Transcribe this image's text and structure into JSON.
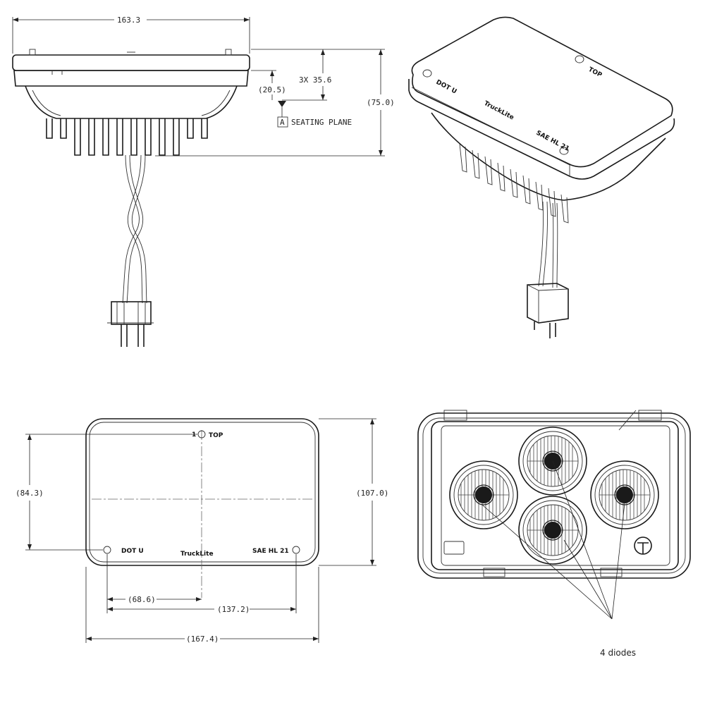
{
  "side_view": {
    "width_dim": "163.3",
    "depth_dim": "(75.0)",
    "pitch_dim": "3X 35.6",
    "seat_dim": "(20.5)",
    "datum_letter": "A",
    "seating_plane": "SEATING PLANE"
  },
  "iso_view": {
    "label_top": "TOP",
    "label_dot": "DOT U",
    "label_sae": "SAE HL 21",
    "brand": "TruckLite"
  },
  "front_view": {
    "label_top": "TOP",
    "label_dot": "DOT U",
    "label_sae": "SAE HL 21",
    "brand": "TruckLite",
    "dim_height_inner": "(84.3)",
    "dim_height_outer": "(107.0)",
    "dim_half": "(68.6)",
    "dim_span": "(137.2)",
    "dim_width": "(167.4)",
    "point_marker": "1"
  },
  "rear_view": {
    "diode_count": 4,
    "caption": "4 diodes"
  }
}
